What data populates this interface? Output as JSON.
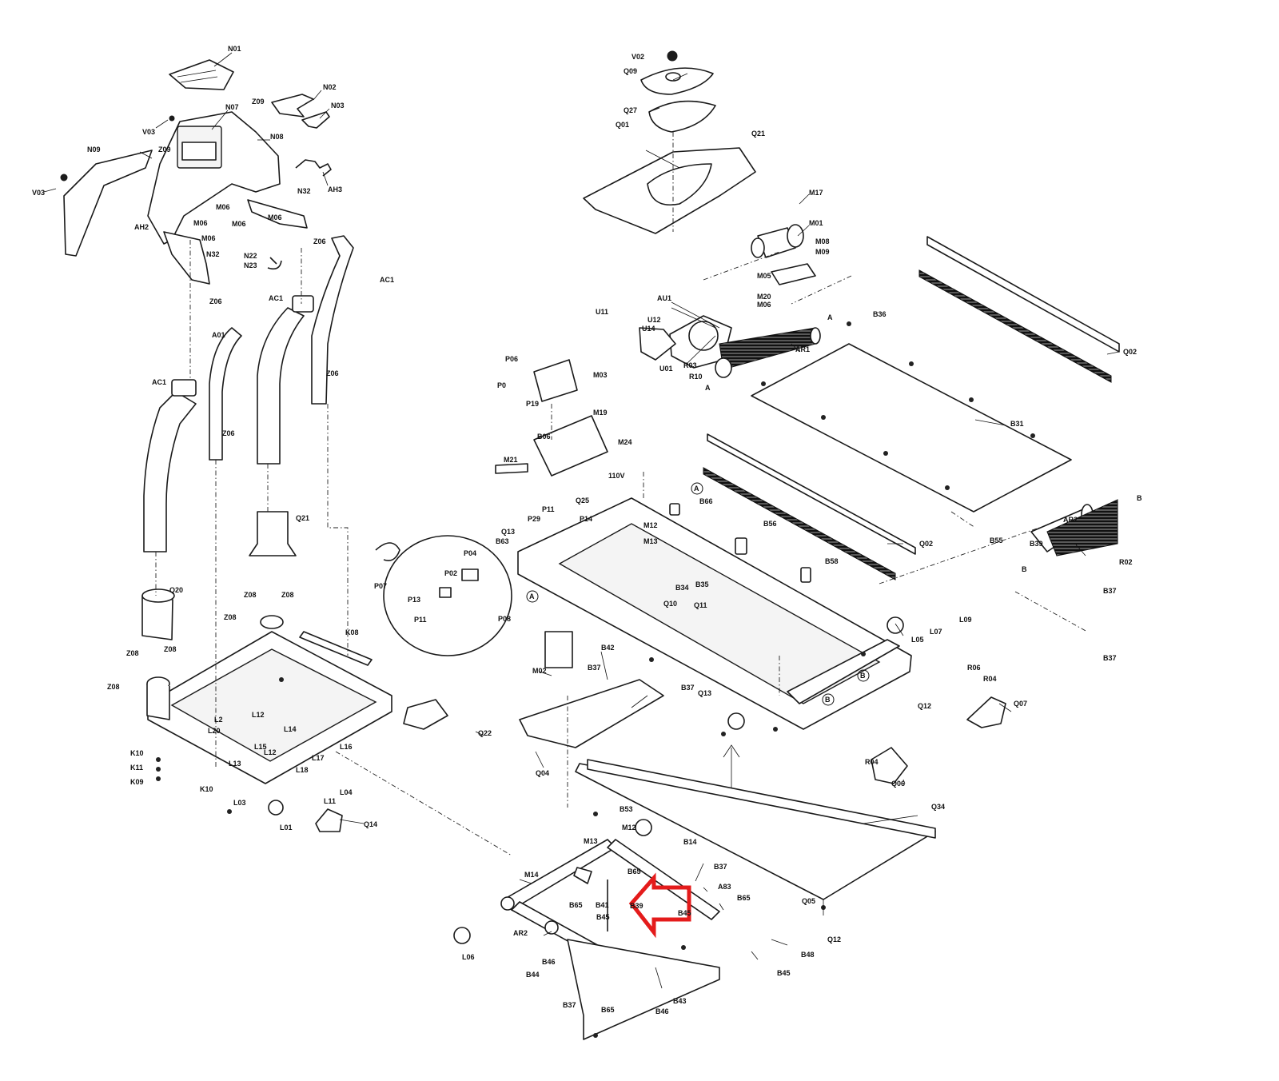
{
  "labels": {
    "n01": "N01",
    "n02": "N02",
    "n03": "N03",
    "n07": "N07",
    "n08": "N08",
    "n09": "N09",
    "v03a": "V03",
    "v03b": "V03",
    "v02": "V02",
    "z09a": "Z09",
    "z09b": "Z09",
    "ah3": "AH3",
    "ah2": "AH2",
    "n32a": "N32",
    "n32b": "N32",
    "m06a": "M06",
    "m06b": "M06",
    "m06c": "M06",
    "m06d": "M06",
    "m06e": "M06",
    "n22": "N22",
    "n23": "N23",
    "z06a": "Z06",
    "z06b": "Z06",
    "z06c": "Z06",
    "z06d": "Z06",
    "ac1a": "AC1",
    "ac1b": "AC1",
    "ac1c": "AC1",
    "a01": "A01",
    "q21": "Q21",
    "q20": "Q20",
    "k08": "K08",
    "z08a": "Z08",
    "z08b": "Z08",
    "z08c": "Z08",
    "z08d": "Z08",
    "z08e": "Z08",
    "z08f": "Z08",
    "k10a": "K10",
    "k11": "K11",
    "k09": "K09",
    "k10b": "K10",
    "l12a": "L12",
    "l2": "L2",
    "l20": "L20",
    "l15": "L15",
    "l14": "L14",
    "l12b": "L12",
    "l17": "L17",
    "l16": "L16",
    "l18": "L18",
    "l13": "L13",
    "l03": "L03",
    "l11": "L11",
    "l04": "L04",
    "l01": "L01",
    "q14": "Q14",
    "q22": "Q22",
    "q09": "Q09",
    "q27": "Q27",
    "q01": "Q01",
    "q21b": "Q21",
    "m17": "M17",
    "m01": "M01",
    "m08": "M08",
    "m09": "M09",
    "m05": "M05",
    "m20": "M20",
    "m06f": "M06",
    "au1": "AU1",
    "u11": "U11",
    "u12": "U12",
    "u14": "U14",
    "u01": "U01",
    "r03": "R03",
    "r10": "R10",
    "a_top": "A",
    "a_bot": "A",
    "ar1": "AR1",
    "b36": "B36",
    "b31": "B31",
    "q02a": "Q02",
    "q02b": "Q02",
    "p06": "P06",
    "p0": "P0",
    "p19": "P19",
    "m03": "M03",
    "m19": "M19",
    "b06": "B06",
    "m24": "M24",
    "m21": "M21",
    "v110": "110V",
    "q25": "Q25",
    "p11a": "P11",
    "p29": "P29",
    "p14": "P14",
    "q13a": "Q13",
    "b63": "B63",
    "m12a": "M12",
    "m13a": "M13",
    "circA1": "A",
    "b66": "B66",
    "b56": "B56",
    "b58": "B58",
    "b34": "B34",
    "b35": "B35",
    "q10": "Q10",
    "q11": "Q11",
    "p04": "P04",
    "p07": "P07",
    "p02": "P02",
    "p13": "P13",
    "p11b": "P11",
    "p08": "P08",
    "circA2": "A",
    "m02": "M02",
    "b42": "B42",
    "b37a": "B37",
    "b37b": "B37",
    "q04": "Q04",
    "q13b": "Q13",
    "b55": "B55",
    "b39": "B39",
    "ar2": "AR2",
    "r02": "R02",
    "b_top": "B",
    "b_bot": "B",
    "b37c": "B37",
    "l09": "L09",
    "l05": "L05",
    "l07": "L07",
    "r06": "R06",
    "r04a": "R04",
    "q12a": "Q12",
    "q07": "Q07",
    "b37d": "B37",
    "circB1": "B",
    "circB2": "B",
    "r04b": "R04",
    "q06": "Q06",
    "q34": "Q34",
    "q05": "Q05",
    "q12b": "Q12",
    "b53": "B53",
    "m12b": "M12",
    "m13b": "M13",
    "b14": "B14",
    "m14": "M14",
    "b65a": "B65",
    "b37e": "B37",
    "a83": "A83",
    "b65b": "B65",
    "b41": "B41",
    "b45a": "B45",
    "b39b": "B39",
    "b45b": "B45",
    "b65c": "B65",
    "ar2b": "AR2",
    "l06": "L06",
    "b46a": "B46",
    "b44": "B44",
    "b37f": "B37",
    "b65d": "B65",
    "b46b": "B46",
    "b43": "B43",
    "b45c": "B45",
    "b48": "B48"
  },
  "colors": {
    "line": "#1a1a1a",
    "highlight": "#e41b1b",
    "background": "#ffffff"
  }
}
